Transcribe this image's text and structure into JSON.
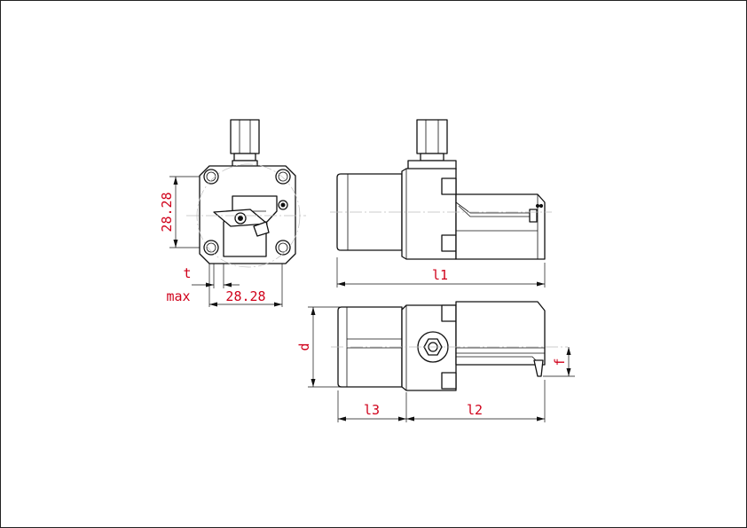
{
  "colors": {
    "dimension_text": "#d0021b",
    "lines": "#111111",
    "center_lines": "#bdbdbd"
  },
  "labels": {
    "height_value": "28.28",
    "width_value": "28.28",
    "t": "t",
    "max": "max",
    "l1": "l1",
    "l2": "l2",
    "l3": "l3",
    "d": "d",
    "f": "f"
  }
}
